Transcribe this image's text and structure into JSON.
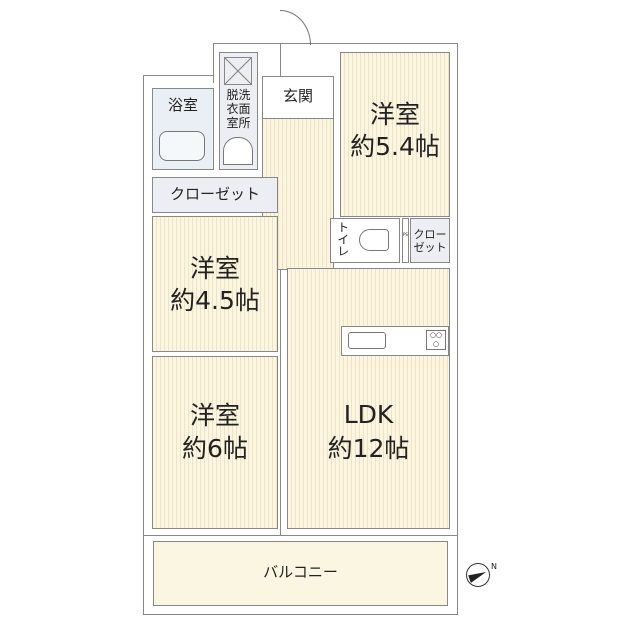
{
  "rooms": {
    "bath": {
      "label": "浴室"
    },
    "washroom": {
      "label": "脱洗\n衣面\n室所"
    },
    "entrance": {
      "label": "玄関"
    },
    "western_54": {
      "name": "洋室",
      "size": "約5.4帖"
    },
    "closet_main": {
      "label": "クローゼット"
    },
    "western_45": {
      "name": "洋室",
      "size": "約4.5帖"
    },
    "toilet": {
      "label": "トイレ"
    },
    "ps": {
      "label": "PS"
    },
    "closet_small": {
      "label": "クロー\nゼット"
    },
    "western_6": {
      "name": "洋室",
      "size": "約6帖"
    },
    "ldk": {
      "name": "LDK",
      "size": "約12帖"
    },
    "balcony": {
      "label": "バルコニー"
    }
  },
  "compass": {
    "icon": "north-arrow-icon",
    "label": "N"
  }
}
